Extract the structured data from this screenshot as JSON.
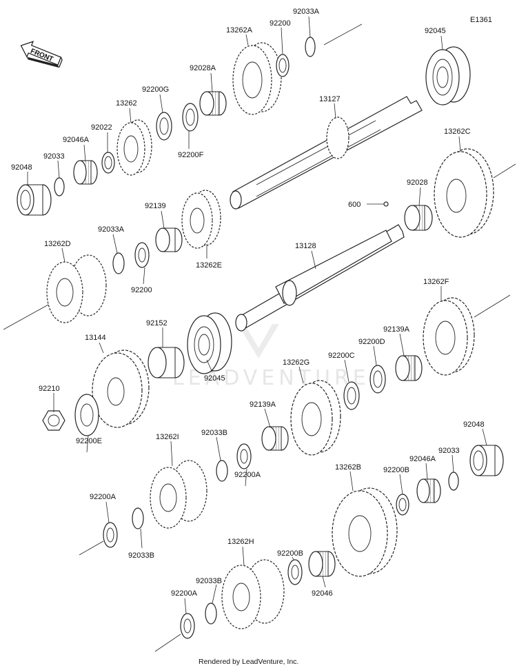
{
  "diagram": {
    "ref_code": "E1361",
    "front_label": "FRONT",
    "footer": "Rendered by LeadVenture, Inc.",
    "watermark": "LEADVENTURE",
    "callouts": {
      "c92033A_top": "92033A",
      "c13262A": "13262A",
      "c92200_top": "92200",
      "c92045_top": "92045",
      "c92028A": "92028A",
      "c92200G": "92200G",
      "c13262": "13262",
      "c92022": "92022",
      "c92046A_top": "92046A",
      "c92033_top": "92033",
      "c92048_top": "92048",
      "c92200F": "92200F",
      "c13127": "13127",
      "c13262C": "13262C",
      "c92028": "92028",
      "c600": "600",
      "c92139": "92139",
      "c92033A_mid": "92033A",
      "c13262E": "13262E",
      "c13262D": "13262D",
      "c92200_mid": "92200",
      "c13128": "13128",
      "c13262F": "13262F",
      "c92139A_right": "92139A",
      "c92200D": "92200D",
      "c92200C": "92200C",
      "c92152": "92152",
      "c13144": "13144",
      "c92045_mid": "92045",
      "c13262G": "13262G",
      "c92210": "92210",
      "c92139A_mid": "92139A",
      "c92200E": "92200E",
      "c13262I": "13262I",
      "c92033B_mid": "92033B",
      "c92200A_mid": "92200A",
      "c92048_bottom": "92048",
      "c92033_bottom": "92033",
      "c92046A_bottom": "92046A",
      "c92200B_mid": "92200B",
      "c13262B": "13262B",
      "c92200A_left": "92200A",
      "c92033B_left": "92033B",
      "c13262H": "13262H",
      "c92200B_low": "92200B",
      "c92033B_low": "92033B",
      "c92046": "92046",
      "c92200A_low": "92200A"
    }
  }
}
